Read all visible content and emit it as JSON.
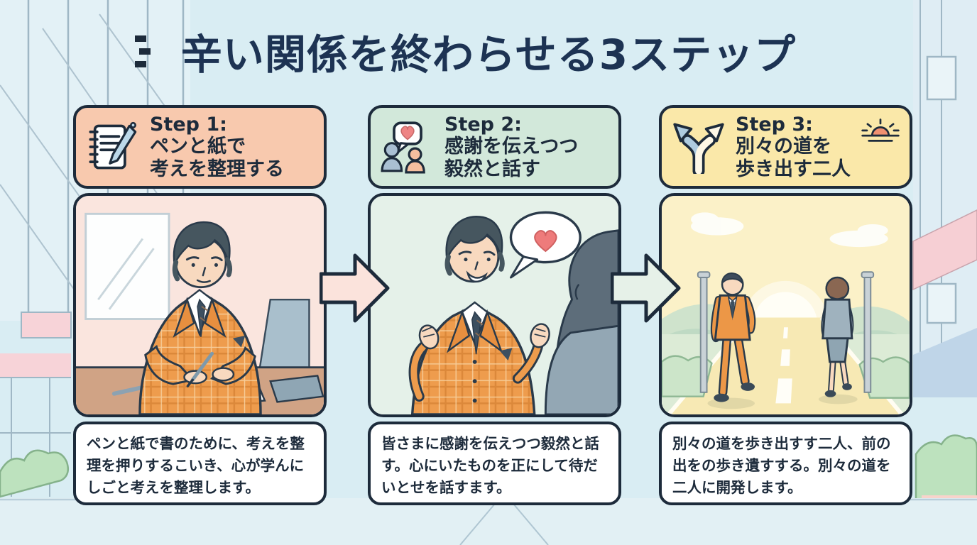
{
  "title": "辛い関係を終わらせる3ステップ",
  "steps": [
    {
      "label": "Step 1:",
      "heading": [
        "ペンと紙で",
        "考えを整理する"
      ],
      "description": "ペンと紙で書のために、考えを整理を押りするこいき、心が学んにしごと考えを整理します。",
      "icon": "notebook-pen-icon",
      "header_color": "#F8C9AE",
      "scene": "man-writing-at-desk"
    },
    {
      "label": "Step 2:",
      "heading": [
        "感謝を伝えつつ",
        "毅然と話す"
      ],
      "description": "皆さまに感謝を伝えつつ毅然と話す。心にいたものを正にして待だいとせを話すます。",
      "icon": "people-heart-speech-icon",
      "header_color": "#D2E8DA",
      "scene": "man-talking-with-partner"
    },
    {
      "label": "Step 3:",
      "heading": [
        "別々の道を",
        "歩き出す二人"
      ],
      "description": "別々の道を歩き出すす二人、前の出をの歩き遺すする。別々の道を二人に開発します。",
      "icon": "fork-arrows-icon",
      "icon2": "sunrise-icon",
      "header_color": "#FAE8A9",
      "scene": "two-people-walking-apart"
    }
  ],
  "colors": {
    "outline": "#1D2B3B",
    "background": "#D9EDF3",
    "title_text": "#1D3353",
    "arrow1_fill": "#FBE3DC",
    "arrow2_fill": "#E6F1E8",
    "step1_header": "#F8C9AE",
    "step2_header": "#D2E8DA",
    "step3_header": "#FAE8A9",
    "suit_orange": "#EE9C4D",
    "heart_red": "#EE7B7B"
  }
}
